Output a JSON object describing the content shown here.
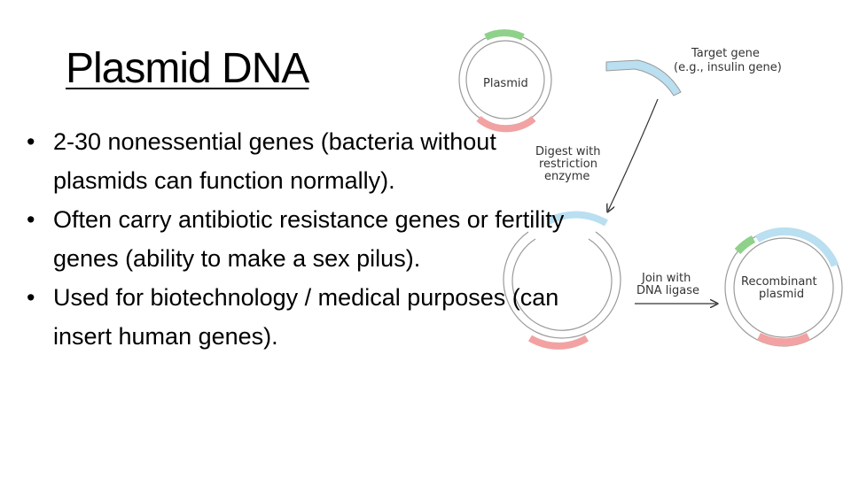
{
  "slide": {
    "title": "Plasmid DNA",
    "bullets": [
      "2-30 nonessential genes (bacteria without plasmids can function normally).",
      "Often carry antibiotic resistance genes or fertility genes (ability to make a sex pilus).",
      "Used for biotechnology / medical purposes (can insert human genes)."
    ]
  },
  "diagram": {
    "plasmid_label": "Plasmid",
    "target_gene_line1": "Target gene",
    "target_gene_line2": "(e.g., insulin gene)",
    "digest_line1": "Digest with",
    "digest_line2": "restriction",
    "digest_line3": "enzyme",
    "join_line1": "Join with",
    "join_line2": "DNA ligase",
    "recombinant_line1": "Recombinant",
    "recombinant_line2": "plasmid",
    "colors": {
      "green_segment": "#8fd18a",
      "red_segment": "#f2a2a2",
      "blue_segment": "#b9dff0",
      "ring_outline": "#9a9a9a",
      "arrow": "#333333"
    }
  }
}
